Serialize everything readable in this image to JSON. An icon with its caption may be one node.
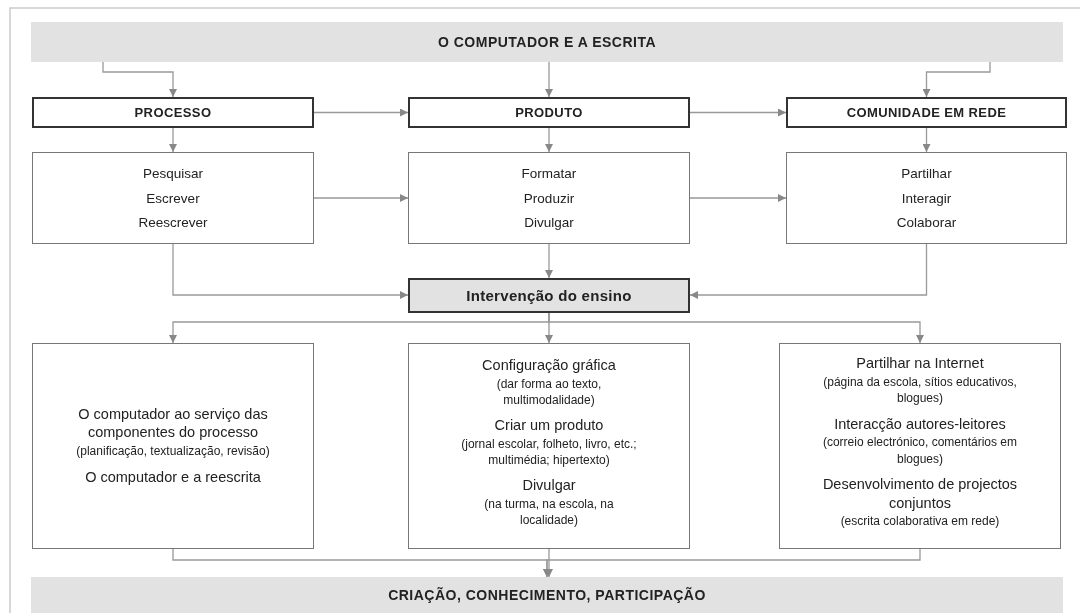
{
  "diagram": {
    "nodes": [
      {
        "text": [
          "O COMPUTADOR E A ESCRITA"
        ]
      },
      {
        "text": [
          "PROCESSO"
        ]
      },
      {
        "text": [
          "PRODUTO"
        ]
      },
      {
        "text": [
          "COMUNIDADE EM REDE"
        ]
      },
      {
        "text": [
          "Pesquisar",
          "Escrever",
          "Reescrever"
        ]
      },
      {
        "text": [
          "Formatar",
          "Produzir",
          "Divulgar"
        ]
      },
      {
        "text": [
          "Partilhar",
          "Interagir",
          "Colaborar"
        ]
      },
      {
        "text": [
          "Intervenção do ensino"
        ]
      },
      {
        "text": [
          "O computador ao serviço das componentes do processo",
          "(planificação, textualização, revisão)",
          "O computador e a reescrita"
        ]
      },
      {
        "text": [
          "Configuração gráfica",
          "(dar forma ao texto, multimodalidade)",
          "Criar um produto",
          "(jornal escolar, folheto, livro, etc.; multimédia; hipertexto)",
          "Divulgar",
          "(na turma, na escola, na localidade)"
        ]
      },
      {
        "text": [
          "Partilhar na Internet",
          "(página da escola, sítios educativos, blogues)",
          "Interacção autores-leitores",
          "(correio electrónico, comentários em blogues)",
          "Desenvolvimento de projectos conjuntos",
          "(escrita colaborativa em rede)"
        ]
      },
      {
        "text": [
          "CRIAÇÃO, CONHECIMENTO, PARTICIPAÇÃO"
        ]
      }
    ],
    "edges": [
      {
        "from": 0,
        "to": 1,
        "arrow": "to"
      },
      {
        "from": 0,
        "to": 2,
        "arrow": "to"
      },
      {
        "from": 0,
        "to": 3,
        "arrow": "to"
      },
      {
        "from": 1,
        "to": 2,
        "arrow": "to"
      },
      {
        "from": 2,
        "to": 3,
        "arrow": "to"
      },
      {
        "from": 1,
        "to": 4,
        "arrow": "to"
      },
      {
        "from": 2,
        "to": 5,
        "arrow": "to"
      },
      {
        "from": 3,
        "to": 6,
        "arrow": "to"
      },
      {
        "from": 4,
        "to": 5,
        "arrow": "to"
      },
      {
        "from": 5,
        "to": 6,
        "arrow": "to"
      },
      {
        "from": 4,
        "to": 7,
        "arrow": "to"
      },
      {
        "from": 5,
        "to": 7,
        "arrow": "to"
      },
      {
        "from": 6,
        "to": 7,
        "arrow": "to"
      },
      {
        "from": 7,
        "to": 8,
        "arrow": "to"
      },
      {
        "from": 7,
        "to": 9,
        "arrow": "to"
      },
      {
        "from": 7,
        "to": 10,
        "arrow": "to"
      },
      {
        "from": 8,
        "to": 11,
        "arrow": "to"
      },
      {
        "from": 9,
        "to": 11,
        "arrow": "to"
      },
      {
        "from": 10,
        "to": 11,
        "arrow": "to"
      }
    ]
  }
}
